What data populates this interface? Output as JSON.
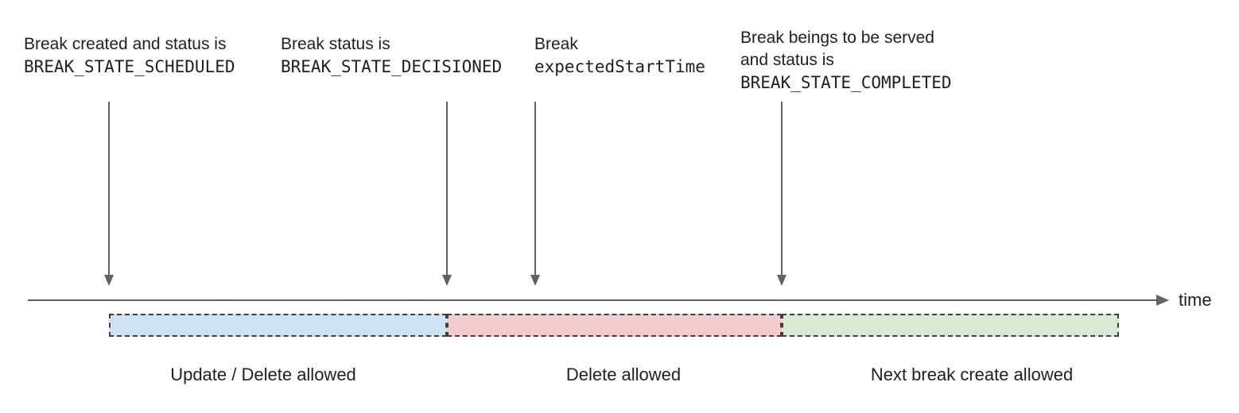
{
  "annotations": [
    {
      "line1": "Break created and status is",
      "line2": "BREAK_STATE_SCHEDULED"
    },
    {
      "line1": "Break status is",
      "line2": "BREAK_STATE_DECISIONED"
    },
    {
      "line1": "Break",
      "line2": "expectedStartTime"
    },
    {
      "line1": "Break beings to be served",
      "line2": "and status is",
      "line3": "BREAK_STATE_COMPLETED"
    }
  ],
  "timeline": {
    "axis_label": "time"
  },
  "segments": [
    {
      "label": "Update / Delete allowed",
      "fill": "#cfe2f3"
    },
    {
      "label": "Delete allowed",
      "fill": "#f4cccc"
    },
    {
      "label": "Next break create allowed",
      "fill": "#d9ead3"
    }
  ],
  "colors": {
    "text": "#1f1f1f",
    "segment_border": "#3c4043",
    "arrow_and_axis": "#5f6368",
    "background": "#ffffff"
  }
}
